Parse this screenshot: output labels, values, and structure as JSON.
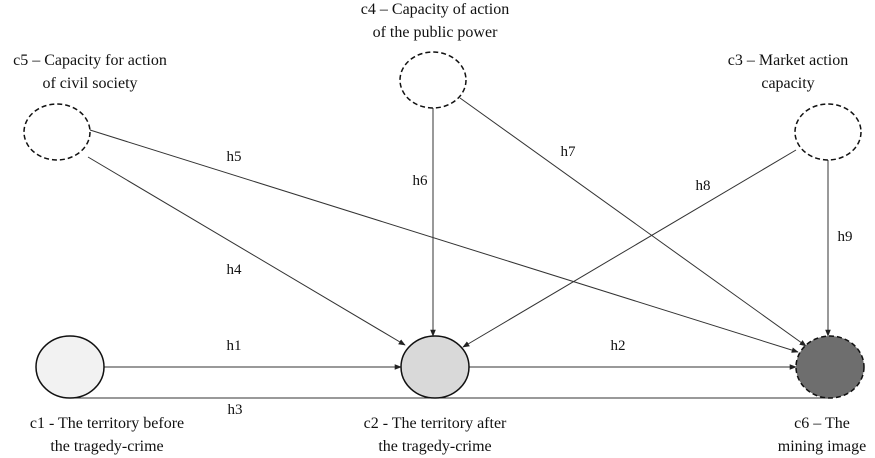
{
  "nodes": [
    {
      "id": "c1",
      "label_lines": [
        "c1 - The territory before",
        "the tragedy-crime"
      ],
      "fill": "#f2f2f2",
      "style": "solid"
    },
    {
      "id": "c2",
      "label_lines": [
        "c2 - The territory after",
        "the tragedy-crime"
      ],
      "fill": "#d9d9d9",
      "style": "solid"
    },
    {
      "id": "c3",
      "label_lines": [
        "c3 – Market action",
        "capacity"
      ],
      "fill": "#ffffff",
      "style": "dashed"
    },
    {
      "id": "c4",
      "label_lines": [
        "c4 – Capacity of action",
        "of the public power"
      ],
      "fill": "#ffffff",
      "style": "dashed"
    },
    {
      "id": "c5",
      "label_lines": [
        "c5 – Capacity for action",
        "of civil society"
      ],
      "fill": "#ffffff",
      "style": "dashed"
    },
    {
      "id": "c6",
      "label_lines": [
        "c6 – The",
        "mining image"
      ],
      "fill": "#6e6e6e",
      "style": "dashed"
    }
  ],
  "edges": [
    {
      "id": "h1",
      "from": "c1",
      "to": "c2",
      "label": "h1"
    },
    {
      "id": "h2",
      "from": "c2",
      "to": "c6",
      "label": "h2"
    },
    {
      "id": "h3",
      "from": "c1",
      "to": "c6",
      "label": "h3"
    },
    {
      "id": "h4",
      "from": "c5",
      "to": "c2",
      "label": "h4"
    },
    {
      "id": "h5",
      "from": "c5",
      "to": "c6",
      "label": "h5"
    },
    {
      "id": "h6",
      "from": "c4",
      "to": "c2",
      "label": "h6"
    },
    {
      "id": "h7",
      "from": "c4",
      "to": "c6",
      "label": "h7"
    },
    {
      "id": "h8",
      "from": "c3",
      "to": "c2",
      "label": "h8"
    },
    {
      "id": "h9",
      "from": "c3",
      "to": "c6",
      "label": "h9"
    }
  ]
}
